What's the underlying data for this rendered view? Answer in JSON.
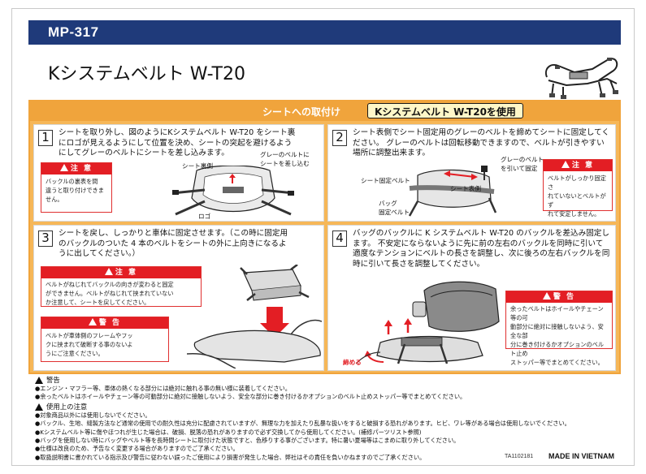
{
  "header": {
    "model": "MP-317"
  },
  "product": {
    "title": "Kシステムベルト W-T20"
  },
  "section": {
    "title": "シートへの取付け",
    "highlight": "Kシステムベルト W-T20を使用"
  },
  "steps": [
    {
      "number": "1",
      "lines": [
        "シートを取り外し、図のようにKシステムベルト W-T20 をシート裏",
        "にロゴが見えるようにして位置を決め、シートの突起を避けるよう",
        "にしてグレーのベルトにシートを差し込みます。"
      ],
      "caution": {
        "title": "注 意",
        "lines": [
          "バックルの裏表を間",
          "違うと取り付けできま",
          "せん。"
        ]
      },
      "labels": {
        "seat_back": "シート裏側",
        "gray_belt_1": "グレーのベルトに",
        "gray_belt_2": "シートを差し込む",
        "logo": "ロゴ"
      }
    },
    {
      "number": "2",
      "lines": [
        "シート表側でシート固定用のグレーのベルトを締めてシートに固定してく",
        "ださい。 グレーのベルトは回転移動できますので、ベルトが引きやすい",
        "場所に調整出来ます。"
      ],
      "caution": {
        "title": "注 意",
        "lines": [
          "ベルトがしっかり固定さ",
          "れていないとベルトがず",
          "れて安定しません。"
        ]
      },
      "labels": {
        "pull_1": "グレーのベルト",
        "pull_2": "を引いて固定",
        "seat_fix_belt": "シート固定ベルト",
        "seat_front": "シート表側",
        "bag_1": "バッグ",
        "bag_2": "固定ベルト"
      }
    },
    {
      "number": "3",
      "lines": [
        "シートを戻し、しっかりと車体に固定させます。（この時に固定用",
        "のバックルのついた 4 本のベルトをシートの外に上向きになるよ",
        "うに出してください。）"
      ],
      "caution": {
        "title": "注 意",
        "lines": [
          "ベルトがねじれてバックルの向きが変わると固定",
          "ができません。ベルトがねじれて挟まれていない",
          "か注意して、シートを戻してください。"
        ]
      },
      "warning": {
        "title": "警 告",
        "lines": [
          "ベルトが車体側のフレームやフッ",
          "クに挟まれて破断する事のないよ",
          "うにご注意ください。"
        ]
      }
    },
    {
      "number": "4",
      "lines": [
        "バッグのバックルに K システムベルト W-T20 のバックルを差込み固定し",
        "ます。 不安定にならないように先に前の左右のバックルを同時に引いて",
        "適度なテンションにベルトの長さを調整し、次に後ろの左右バックルを同",
        "時に引いて長さを調整してください。"
      ],
      "warning": {
        "title": "警 告",
        "lines": [
          "余ったベルトはホイールやチェーン等の可",
          "動部分に絶対に接触しないよう、安全な部",
          "分に巻き付けるかオプションのベルト止め",
          "ストッパー等でまとめてください。"
        ]
      },
      "labels": {
        "tighten": "締める"
      }
    }
  ],
  "footer": {
    "warning_title": "警告",
    "warning_items": [
      "●エンジン・マフラー等、車体の熱くなる部分には絶対に触れる事の無い様に装着してください。",
      "●余ったベルトはホイールやチェーン等の可動部分に絶対に接触しないよう、安全な部分に巻き付けるかオプションのベルト止めストッパー等でまとめてください。"
    ],
    "notes_title": "使用上の注意",
    "notes_items": [
      "●対象商品以外には使用しないでください。",
      "●バックル、生地、縫製方法など通常の使用での耐久性は充分に配慮されていますが、無理な力を加えたり乱暴な扱いをすると破損する恐れがあります。ヒビ、ワレ等がある場合は使用しないでください。",
      "●Kシステムベルト等に傷やほつれが生じた場合は、破損、脱落の恐れがありますので必ず交換してから使用してください。(補修パーツリスト参照)",
      "●バッグを使用しない時にバッグやベルト等を長時間シートに取付けた状態ですと、色移りする事がございます。特に暑い夏場等はこまめに取り外してください。",
      "●仕様は改良のため、予告なく変更する場合がありますのでご了承ください。",
      "●取扱説明書に書かれている指示及び警告に従わない誤ったご使用により損害が発生した場合、弊社はその責任を負いかねますのでご了承ください。"
    ]
  },
  "codes": {
    "doc_code": "TA1102181",
    "made_in": "MADE IN VIETNAM"
  }
}
